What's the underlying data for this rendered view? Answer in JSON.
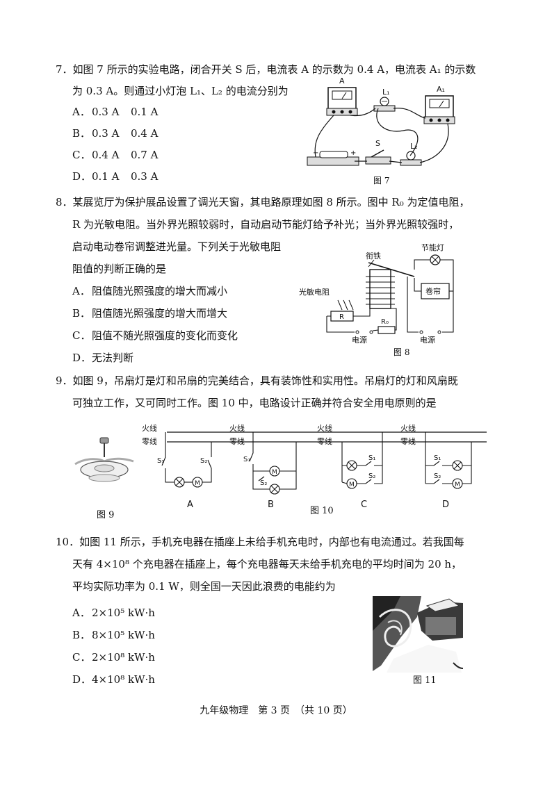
{
  "q7": {
    "line1": "7．如图 7 所示的实验电路，闭合开关 S 后，电流表 A 的示数为 0.4 A，电流表 A₁ 的示数",
    "line2": "为 0.3 A。则通过小灯泡 L₁、L₂ 的电流分别为",
    "options": [
      {
        "letter": "A．",
        "a": "0.3 A",
        "b": "0.1 A"
      },
      {
        "letter": "B．",
        "a": "0.3 A",
        "b": "0.4 A"
      },
      {
        "letter": "C．",
        "a": "0.4 A",
        "b": "0.7 A"
      },
      {
        "letter": "D．",
        "a": "0.1 A",
        "b": "0.3 A"
      }
    ],
    "figure": {
      "caption": "图 7",
      "label_A": "A",
      "label_A1": "A₁",
      "label_L1": "L₁",
      "label_L2": "L₂",
      "label_S": "S",
      "label_plus": "+",
      "label_minus": "−"
    }
  },
  "q8": {
    "line1": "8．某展览厅为保护展品设置了调光天窗，其电路原理如图 8 所示。图中 R₀ 为定值电阻，",
    "line2": "R 为光敏电阻。当外界光照较弱时，自动启动节能灯给予补光；当外界光照较强时，",
    "line3": "启动电动卷帘调整进光量。下列关于光敏电阻",
    "line4": "阻值的判断正确的是",
    "options": [
      {
        "letter": "A．",
        "text": "阻值随光照强度的增大而减小"
      },
      {
        "letter": "B．",
        "text": "阻值随光照强度的增大而增大"
      },
      {
        "letter": "C．",
        "text": "阻值不随光照强度的变化而变化"
      },
      {
        "letter": "D．",
        "text": "无法判断"
      }
    ],
    "figure": {
      "caption": "图 8",
      "armature": "衔铁",
      "lamp": "节能灯",
      "curtain": "卷帘",
      "photoresistor": "光敏电阻",
      "R": "R",
      "R0": "R₀",
      "source_left": "电源",
      "source_right": "电源"
    }
  },
  "q9": {
    "line1": "9．如图 9，吊扇灯是灯和吊扇的完美结合，具有装饰性和实用性。吊扇灯的灯和风扇既",
    "line2": "可独立工作，又可同时工作。图 10 中，电路设计正确并符合安全用电原则的是",
    "fig9_caption": "图 9",
    "fig10_caption": "图 10",
    "live": "火线",
    "neutral": "零线",
    "S1": "S₁",
    "S2": "S₂",
    "motor": "M",
    "panels": [
      "A",
      "B",
      "C",
      "D"
    ]
  },
  "q10": {
    "line1": "10．如图 11 所示，手机充电器在插座上未给手机充电时，内部也有电流通过。若我国每",
    "line2": "天有 4×10⁸ 个充电器在插座上，每个充电器每天未给手机充电的平均时间为 20 h，",
    "line3": "平均实际功率为 0.1 W，则全国一天因此浪费的电能约为",
    "options": [
      {
        "letter": "A．",
        "text": "2×10⁵ kW·h"
      },
      {
        "letter": "B．",
        "text": "8×10⁵ kW·h"
      },
      {
        "letter": "C．",
        "text": "2×10⁸ kW·h"
      },
      {
        "letter": "D．",
        "text": "4×10⁸ kW·h"
      }
    ],
    "caption": "图 11"
  },
  "footer": "九年级物理　第 3 页　（共 10 页）"
}
